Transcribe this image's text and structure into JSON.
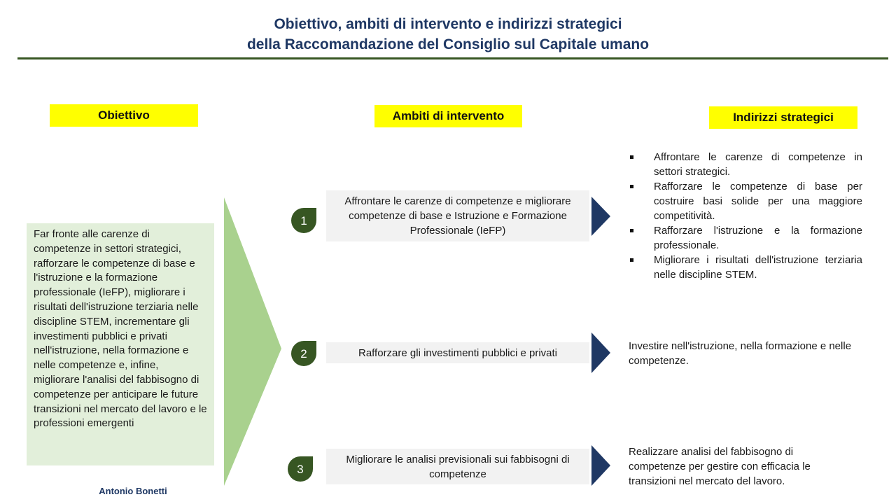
{
  "title": {
    "line1": "Obiettivo, ambiti di intervento e indirizzi strategici",
    "line2": "della Raccomandazione del Consiglio sul Capitale umano"
  },
  "columns": {
    "objective": "Obiettivo",
    "areas": "Ambiti di intervento",
    "strategies": "Indirizzi strategici"
  },
  "objective_text": "Far fronte alle carenze di competenze in settori strategici, rafforzare le competenze di base e l'istruzione e la formazione professionale (IeFP), migliorare i risultati dell'istruzione terziaria nelle discipline STEM, incrementare gli investimenti pubblici e privati nell'istruzione, nella formazione e nelle competenze e, infine, migliorare l'analisi del fabbisogno di competenze per anticipare le future transizioni nel mercato del lavoro e le professioni emergenti",
  "areas": [
    {
      "number": "1",
      "text": "Affrontare le carenze di competenze e migliorare competenze di base e Istruzione e Formazione Professionale (IeFP)"
    },
    {
      "number": "2",
      "text": "Rafforzare gli investimenti pubblici e privati"
    },
    {
      "number": "3",
      "text": "Migliorare le analisi previsionali sui fabbisogni di competenze"
    }
  ],
  "strategies": {
    "area1": [
      "Affrontare le carenze di competenze in settori strategici.",
      "Rafforzare le competenze di base per costruire basi solide per una maggiore competitività.",
      "Rafforzare l'istruzione e la formazione professionale.",
      "Migliorare i risultati dell'istruzione terziaria nelle discipline STEM."
    ],
    "area2": "Investire nell'istruzione, nella formazione e nelle competenze.",
    "area3": "Realizzare analisi del fabbisogno di competenze per gestire con efficacia le transizioni nel mercato del lavoro."
  },
  "author": "Antonio Bonetti",
  "colors": {
    "title": "#1f3864",
    "rule": "#375623",
    "label_bg": "#ffff00",
    "objective_bg": "#e2efda",
    "big_arrow": "#a9d18e",
    "leaf": "#375623",
    "area_bg": "#f2f2f2",
    "chevron": "#1f3864"
  }
}
